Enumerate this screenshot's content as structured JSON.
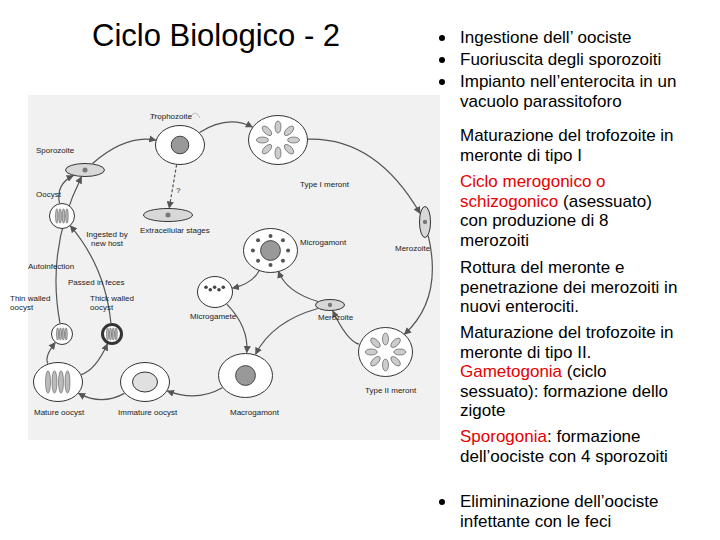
{
  "diagram": {
    "title": "Ciclo Biologico - 2",
    "nodes": [
      {
        "text": [
          "Oocyst"
        ]
      },
      {
        "text": [
          "Sporozoite"
        ]
      },
      {
        "text": [
          "Trophozoite"
        ]
      },
      {
        "text": [
          "Type I meront"
        ]
      },
      {
        "text": [
          "Merozoite"
        ]
      },
      {
        "text": [
          "Type II meront"
        ]
      },
      {
        "text": [
          "Merozoite"
        ]
      },
      {
        "text": [
          "Microgamont"
        ]
      },
      {
        "text": [
          "Microgamete"
        ]
      },
      {
        "text": [
          "Macrogamont"
        ]
      },
      {
        "text": [
          "Immature oocyst"
        ]
      },
      {
        "text": [
          "Mature oocyst"
        ]
      },
      {
        "text": [
          "Thin walled oocyst"
        ]
      },
      {
        "text": [
          "Thick walled oocyst"
        ]
      },
      {
        "text": [
          "Extracellular stages"
        ]
      }
    ],
    "edges": [
      {
        "from": 0,
        "to": 1,
        "arrow": "to"
      },
      {
        "from": 1,
        "to": 2,
        "arrow": "to"
      },
      {
        "from": 2,
        "to": 3,
        "arrow": "to"
      },
      {
        "from": 3,
        "to": 4,
        "arrow": "to"
      },
      {
        "from": 4,
        "to": 5,
        "arrow": "to"
      },
      {
        "from": 5,
        "to": 6,
        "arrow": "to"
      },
      {
        "from": 6,
        "to": 7,
        "arrow": "to"
      },
      {
        "from": 6,
        "to": 9,
        "arrow": "to"
      },
      {
        "from": 7,
        "to": 8,
        "arrow": "to"
      },
      {
        "from": 8,
        "to": 9,
        "arrow": "to"
      },
      {
        "from": 9,
        "to": 10,
        "arrow": "to"
      },
      {
        "from": 10,
        "to": 11,
        "arrow": "to"
      },
      {
        "from": 11,
        "to": 12,
        "arrow": "to"
      },
      {
        "from": 11,
        "to": 13,
        "arrow": "to"
      },
      {
        "from": 12,
        "to": 1,
        "label": "Autoinfection",
        "arrow": "to"
      },
      {
        "from": 13,
        "to": 0,
        "label": "Ingested by new host",
        "arrow": "to"
      },
      {
        "from": 2,
        "to": 14,
        "label": "?",
        "arrow": "to"
      }
    ],
    "labels": [
      "Passed in feces",
      "Ingestione dell’ oociste",
      "Fuoriuscita degli sporozoiti",
      "Impianto nell’enterocita in un vacuolo parassitoforo",
      "Maturazione del trofozoite in meronte di tipo I",
      "Ciclo merogonico o schizogonico",
      "(asessuato) con produzione di 8 merozoiti",
      "Rottura del meronte e penetrazione dei merozoiti in nuovi enterociti.",
      "Maturazione del trofozoite in meronte di tipo II.",
      "Gametogonia",
      "(ciclo sessuato): formazione dello zigote",
      "Sporogonia",
      ": formazione dell’oociste con 4 sporozoiti",
      "Elimininazione dell’oociste infettante con le feci"
    ]
  }
}
